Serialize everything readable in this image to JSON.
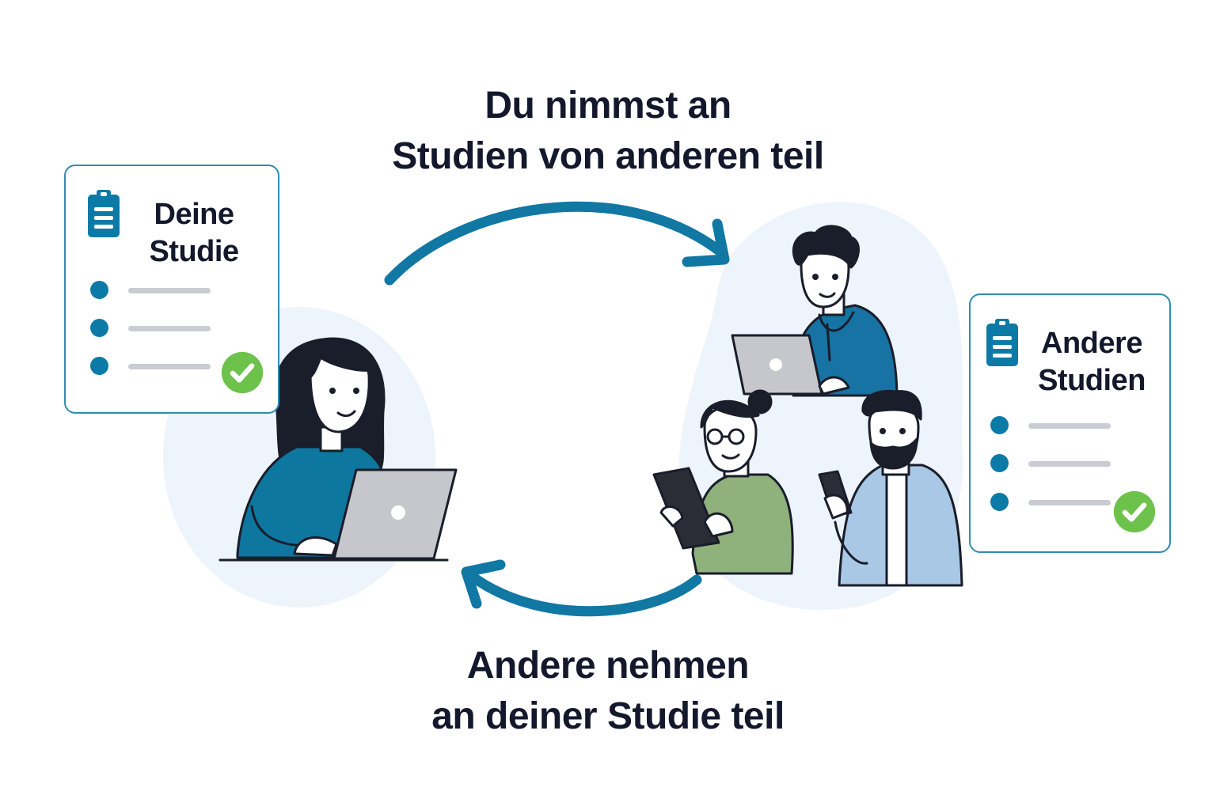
{
  "caption_top": {
    "line1": "Du nimmst an",
    "line2": "Studien von anderen teil"
  },
  "caption_bottom": {
    "line1": "Andere nehmen",
    "line2": "an deiner Studie teil"
  },
  "card_left": {
    "title_line1": "Deine",
    "title_line2": "Studie",
    "icon": "clipboard-icon",
    "checked": true
  },
  "card_right": {
    "title_line1": "Andere",
    "title_line2": "Studien",
    "icon": "clipboard-icon",
    "checked": true
  },
  "colors": {
    "accent": "#0b7aa6",
    "check": "#6cc24a",
    "text": "#14182c",
    "blob": "#eef4fb"
  }
}
